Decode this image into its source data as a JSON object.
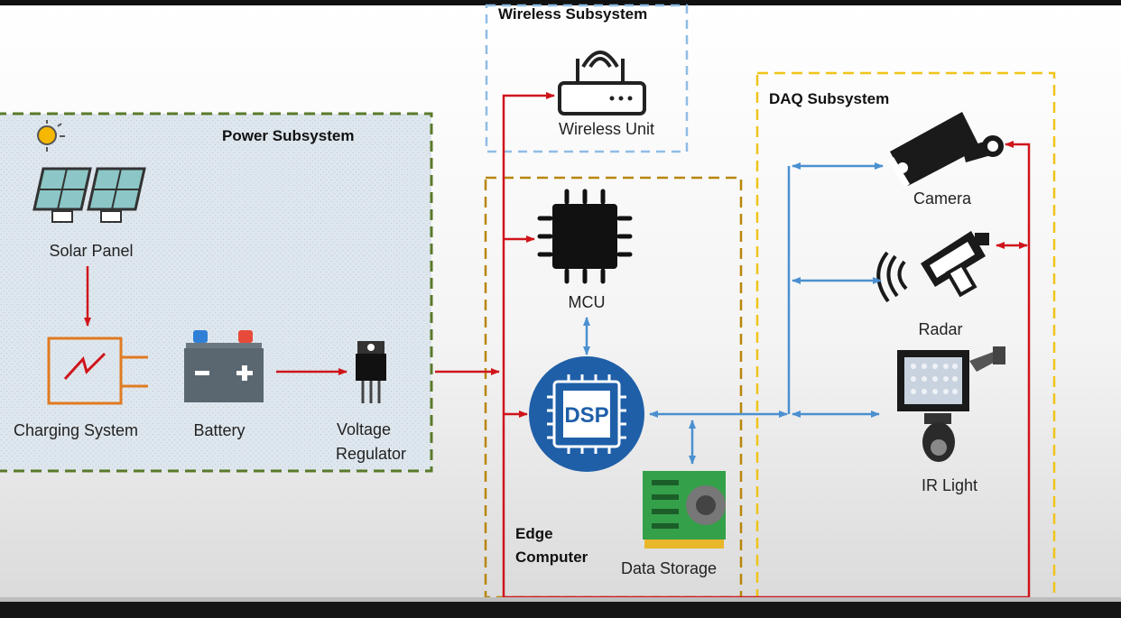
{
  "subsystems": {
    "power": "Power Subsystem",
    "wireless": "Wireless Subsystem",
    "daq": "DAQ Subsystem",
    "edge_line1": "Edge",
    "edge_line2": "Computer"
  },
  "components": {
    "solar_panel": "Solar Panel",
    "charging_system": "Charging System",
    "battery": "Battery",
    "voltage_regulator_line1": "Voltage",
    "voltage_regulator_line2": "Regulator",
    "wireless_unit": "Wireless Unit",
    "mcu": "MCU",
    "dsp": "DSP",
    "data_storage": "Data Storage",
    "camera": "Camera",
    "radar": "Radar",
    "ir_light": "IR Light"
  },
  "colors": {
    "power_line": "#d0141b",
    "data_line": "#4a90d0",
    "power_box_border": "#5a7a2a",
    "wireless_box_border": "#8fbce6",
    "edge_box_border": "#b8860b",
    "daq_box_border": "#f0c419",
    "dsp_fill": "#1f5fa8"
  },
  "icons": [
    "sun-icon",
    "solar-panel-icon",
    "charger-icon",
    "battery-icon",
    "voltage-regulator-icon",
    "router-icon",
    "chip-icon",
    "dsp-chip-icon",
    "storage-card-icon",
    "camera-icon",
    "radar-icon",
    "ir-light-icon"
  ]
}
